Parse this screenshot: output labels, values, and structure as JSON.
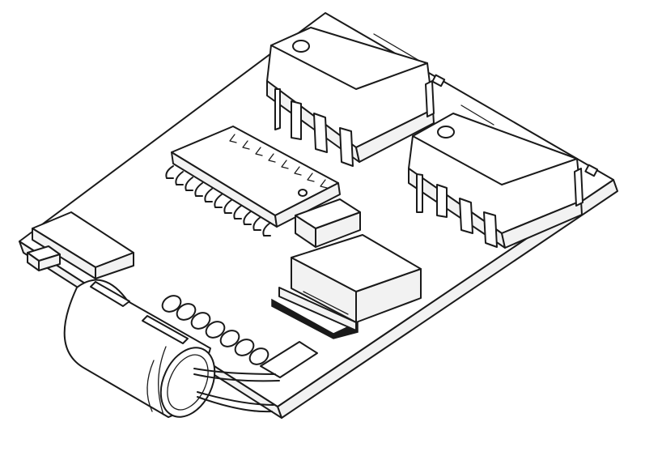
{
  "diagram": {
    "subject": "circuit-board-assembly",
    "style": "black-and-white line drawing",
    "components": [
      {
        "kind": "dip-8-chip",
        "count": 2
      },
      {
        "kind": "soic-chip",
        "count": 1
      },
      {
        "kind": "smd-component",
        "count": 1
      },
      {
        "kind": "inductor-module",
        "count": 1
      },
      {
        "kind": "header-connector",
        "count": 1
      },
      {
        "kind": "electrolytic-capacitor",
        "count": 1
      },
      {
        "kind": "coil-spring",
        "count": 1
      },
      {
        "kind": "wire-lead",
        "count": 2
      }
    ],
    "colors": {
      "line": "#1a1a1a",
      "fill": "#ffffff",
      "shade": "#f2f2f2"
    }
  }
}
